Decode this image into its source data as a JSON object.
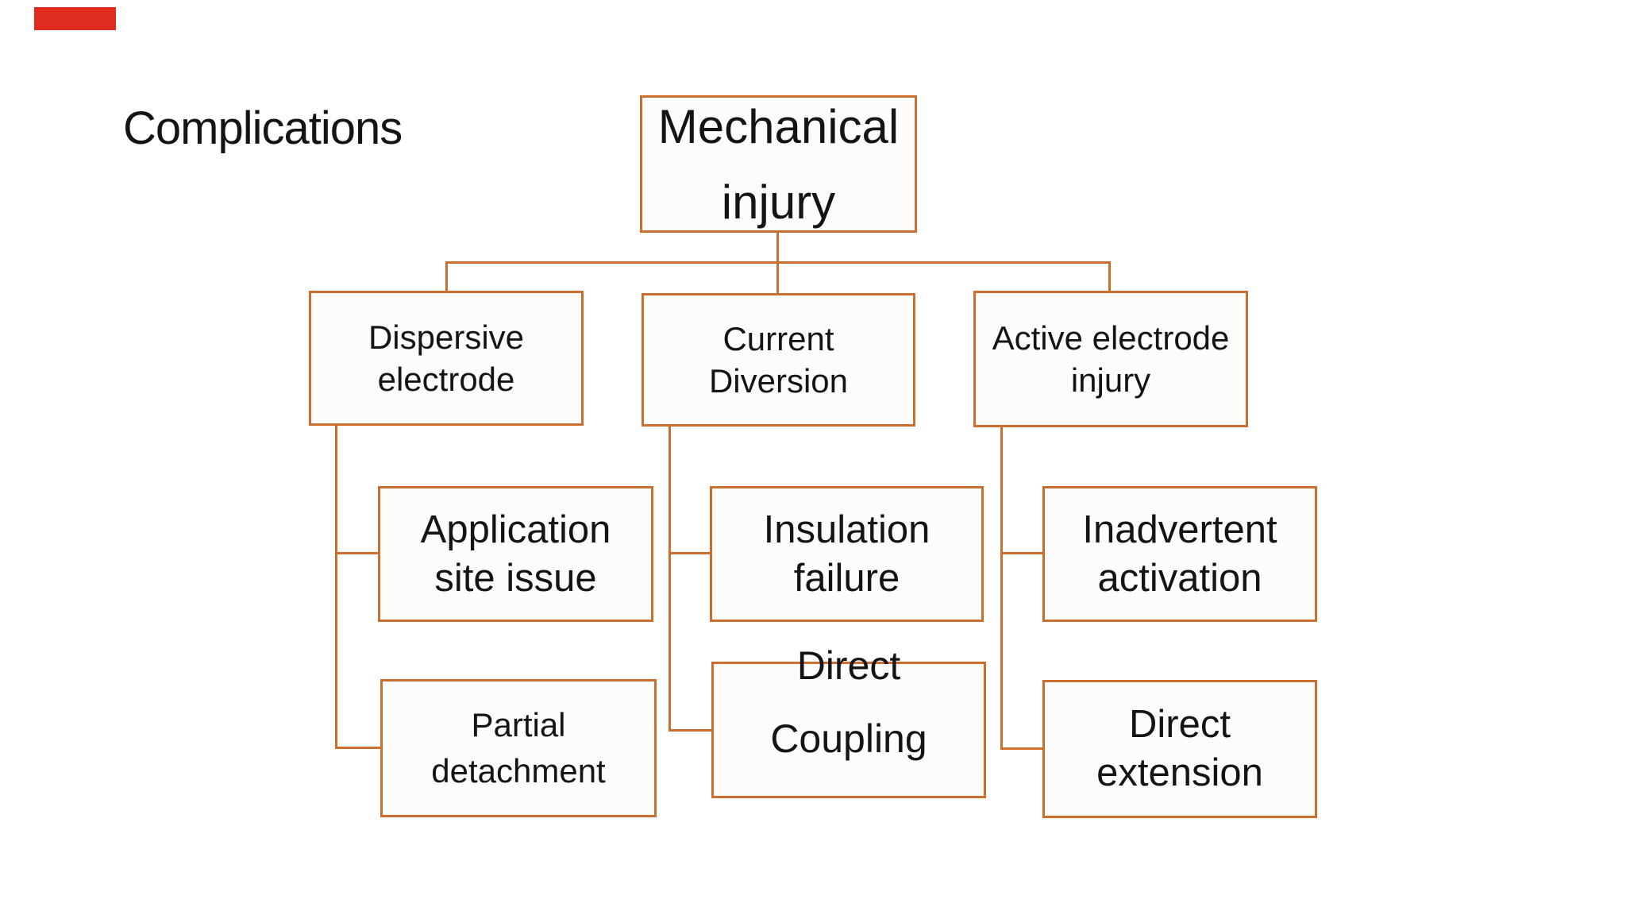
{
  "title": "Complications",
  "colors": {
    "accent": "#CB6E2E",
    "text": "#141414",
    "marker_red": "#E02B20",
    "background": "#FFFFFF",
    "box_fill": "#FDFCFA"
  },
  "marker": {
    "description": "small solid red rectangle, top-left corner"
  },
  "diagram": {
    "type": "flowchart-hierarchy",
    "root_label": "Mechanical injury",
    "hierarchy": [
      {
        "parent": "Mechanical injury",
        "children": [
          "Dispersive electrode",
          "Current Diversion",
          "Active electrode injury"
        ]
      },
      {
        "parent": "Dispersive electrode",
        "children": [
          "Application site issue",
          "Partial detachment"
        ]
      },
      {
        "parent": "Current Diversion",
        "children": [
          "Insulation failure",
          "Direct Coupling"
        ]
      },
      {
        "parent": "Active electrode injury",
        "children": [
          "Inadvertent activation",
          "Direct extension"
        ]
      }
    ],
    "nodes": {
      "mechanical": {
        "line1": "Mechanical",
        "line2": "injury"
      },
      "dispersive": {
        "line1": "Dispersive",
        "line2": "electrode"
      },
      "current": {
        "line1": "Current",
        "line2": "Diversion"
      },
      "active": {
        "line1": "Active electrode",
        "line2": "injury"
      },
      "application": {
        "line1": "Application",
        "line2": "site issue"
      },
      "partial": {
        "line1": "Partial",
        "line2": "detachment"
      },
      "insulation": {
        "line1": "Insulation",
        "line2": "failure"
      },
      "coupling": {
        "line1": "Direct",
        "line2": "Coupling"
      },
      "inadvertent": {
        "line1": "Inadvertent",
        "line2": "activation"
      },
      "extension": {
        "line1": "Direct",
        "line2": "extension"
      }
    }
  }
}
